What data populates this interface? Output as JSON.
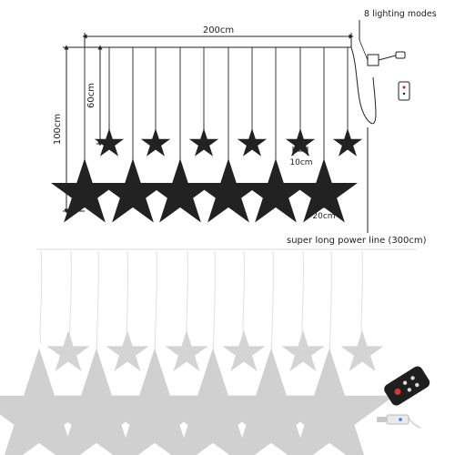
{
  "labels": {
    "width": "200cm",
    "height_total": "100cm",
    "height_short": "60cm",
    "small_star": "10cm",
    "large_star": "20cm",
    "modes": "8 lighting modes",
    "power_line": "super long power line (300cm)"
  },
  "colors": {
    "line": "#222222",
    "photo_line": "#dcdcdc",
    "photo_star": "#d6d6d6",
    "remote": "#222222"
  },
  "icons": [
    "star-icon",
    "remote-icon",
    "usb-plug-icon"
  ]
}
